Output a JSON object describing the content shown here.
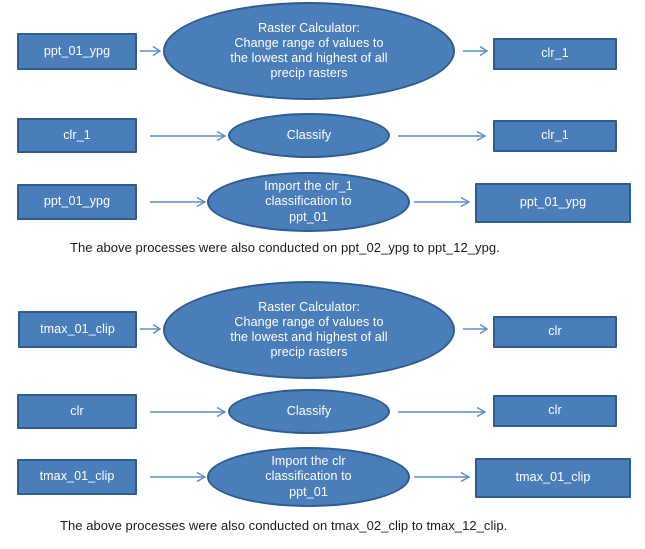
{
  "colors": {
    "shape_fill": "#4a7ebb",
    "shape_border": "#2d5c8d",
    "shape_text": "#ffffff",
    "arrow": "#5b8fc9",
    "caption_text": "#1a1a1a",
    "background": "#ffffff"
  },
  "sections": [
    {
      "id": "precip-section",
      "rows": [
        {
          "id": "precip-row-1",
          "input": "ppt_01_ypg",
          "process": "Raster Calculator:\nChange range of values to\nthe lowest and highest of all\nprecip rasters",
          "process_lines": [
            "Raster Calculator:",
            "Change range of values to",
            "the lowest and highest of all",
            "precip rasters"
          ],
          "output": "clr_1"
        },
        {
          "id": "precip-row-2",
          "input": "clr_1",
          "process": "Classify",
          "process_lines": [
            "Classify"
          ],
          "output": "clr_1"
        },
        {
          "id": "precip-row-3",
          "input": "ppt_01_ypg",
          "process": "Import the clr_1\nclassification to\nppt_01",
          "process_lines": [
            "Import the clr_1",
            "classification to",
            "ppt_01"
          ],
          "output": "ppt_01_ypg"
        }
      ],
      "caption": "The above processes were also conducted on ppt_02_ypg to ppt_12_ypg."
    },
    {
      "id": "tmax-section",
      "rows": [
        {
          "id": "tmax-row-1",
          "input": "tmax_01_clip",
          "process": "Raster Calculator:\nChange range of values to\nthe lowest and highest of all\nprecip rasters",
          "process_lines": [
            "Raster Calculator:",
            "Change range of values to",
            "the lowest and highest of all",
            "precip rasters"
          ],
          "output": "clr"
        },
        {
          "id": "tmax-row-2",
          "input": "clr",
          "process": "Classify",
          "process_lines": [
            "Classify"
          ],
          "output": "clr"
        },
        {
          "id": "tmax-row-3",
          "input": "tmax_01_clip",
          "process": "Import the clr\nclassification to\nppt_01",
          "process_lines": [
            "Import the clr",
            "classification to",
            "ppt_01"
          ],
          "output": "tmax_01_clip"
        }
      ],
      "caption": "The above processes were also conducted on tmax_02_clip to tmax_12_clip."
    }
  ],
  "labels": {
    "s0r0_input": "ppt_01_ypg",
    "s0r0_output": "clr_1",
    "s0r1_input": "clr_1",
    "s0r1_process": "Classify",
    "s0r1_output": "clr_1",
    "s0r2_input": "ppt_01_ypg",
    "s0r2_output": "ppt_01_ypg",
    "s0_caption": "The above processes were also conducted on ppt_02_ypg to ppt_12_ypg.",
    "s1r0_input": "tmax_01_clip",
    "s1r0_output": "clr",
    "s1r1_input": "clr",
    "s1r1_process": "Classify",
    "s1r1_output": "clr",
    "s1r2_input": "tmax_01_clip",
    "s1r2_output": "tmax_01_clip",
    "s1_caption": "The above processes were also conducted on tmax_02_clip to tmax_12_clip.",
    "calc_line1": "Raster Calculator:",
    "calc_line2": "Change range of values to",
    "calc_line3": "the lowest and highest of all",
    "calc_line4": "precip rasters",
    "import_ppt_line1": "Import the clr_1",
    "import_ppt_line2": "classification to",
    "import_ppt_line3": "ppt_01",
    "import_tmax_line1": "Import the clr",
    "import_tmax_line2": "classification to",
    "import_tmax_line3": "ppt_01"
  }
}
